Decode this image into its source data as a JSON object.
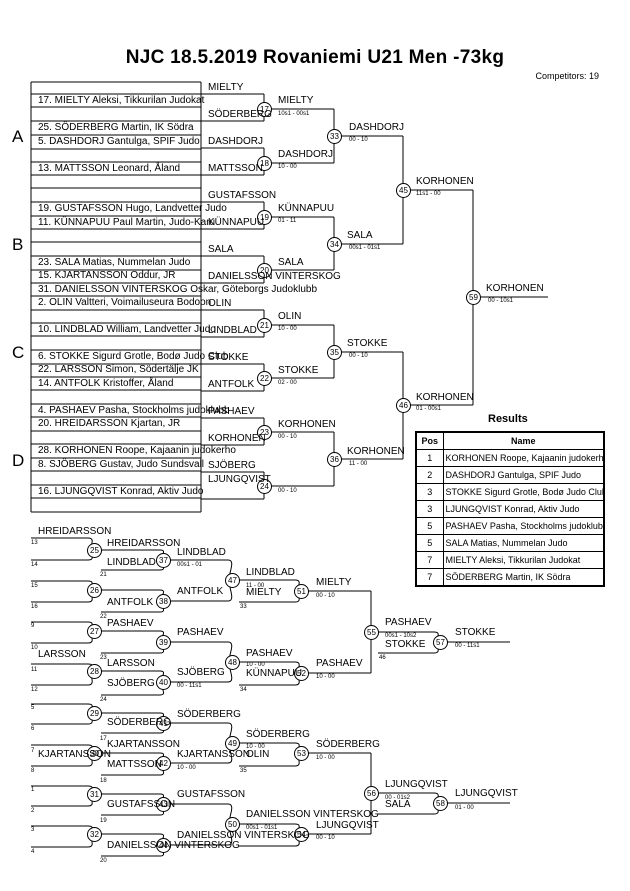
{
  "header": {
    "title": "NJC  18.5.2019  Rovaniemi   U21 Men -73kg",
    "competitors": "Competitors: 19"
  },
  "pools": [
    "A",
    "B",
    "C",
    "D"
  ],
  "entries": [
    "17. MIELTY Aleksi, Tikkurilan Judokat",
    "25. SÖDERBERG Martin, IK Södra",
    "5. DASHDORJ Gantulga, SPIF Judo",
    "13. MATTSSON Leonard, Åland",
    "19. GUSTAFSSON Hugo, Landvetter Judo",
    "11. KÜNNAPUU Paul Martin, Judo-Karu",
    "23. SALA Matias, Nummelan Judo",
    "15. KJARTANSSON Oddur, JR",
    "31. DANIELSSON VINTERSKOG Oskar, Göteborgs Judoklubb",
    "2. OLIN Valtteri, Voimailuseura Bodoon",
    "10. LINDBLAD William, Landvetter Judo",
    "6. STOKKE Sigurd Grotle, Bodø Judo Club",
    "22. LARSSON Simon, Södertälje JK",
    "14. ANTFOLK Kristoffer, Åland",
    "4. PASHAEV Pasha, Stockholms judoklubb",
    "20. HREIDARSSON Kjartan, JR",
    "28. KORHONEN Roope, Kajaanin judokerho",
    "8. SJÖBERG Gustav, Judo Sundsvall",
    "16. LJUNGQVIST Konrad, Aktiv Judo"
  ],
  "labels": [
    "MIELTY",
    "SÖDERBERG",
    "MIELTY",
    "DASHDORJ",
    "MATTSSON",
    "DASHDORJ",
    "DASHDORJ",
    "GUSTAFSSON",
    "KÜNNAPUU",
    "KÜNNAPUU",
    "SALA",
    "DANIELSSON VINTERSKOG",
    "SALA",
    "SALA",
    "OLIN",
    "OLIN",
    "LINDBLAD",
    "STOKKE",
    "ANTFOLK",
    "STOKKE",
    "STOKKE",
    "PASHAEV",
    "KORHONEN",
    "KORHONEN",
    "SJÖBERG",
    "LJUNGQVIST",
    "KORHONEN",
    "KORHONEN",
    "KORHONEN",
    "KORHONEN",
    "HREIDARSSON",
    "HREIDARSSON",
    "LINDBLAD",
    "LINDBLAD",
    "ANTFOLK",
    "ANTFOLK",
    "LINDBLAD",
    "MIELTY",
    "MIELTY",
    "PASHAEV",
    "PASHAEV",
    "LARSSON",
    "LARSSON",
    "SJÖBERG",
    "SJÖBERG",
    "PASHAEV",
    "KÜNNAPUU",
    "PASHAEV",
    "PASHAEV",
    "STOKKE",
    "STOKKE",
    "SÖDERBERG",
    "SÖDERBERG",
    "KJARTANSSON",
    "KJARTANSSON",
    "MATTSSON",
    "KJARTANSSON",
    "SÖDERBERG",
    "OLIN",
    "SÖDERBERG",
    "GUSTAFSSON",
    "GUSTAFSSON",
    "DANIELSSON VINTERSKOG",
    "DANIELSSON VINTERSKOG",
    "DANIELSSON VINTERSKOG",
    "LJUNGQVIST",
    "LJUNGQVIST",
    "SALA",
    "LJUNGQVIST"
  ],
  "scores": [
    "10s1 - 00s1",
    "00 - 10",
    "10 - 00",
    "11s1 - 00",
    "01 - 11",
    "00s1 - 01s1",
    "00 - 10s1",
    "10 - 00",
    "00 - 10",
    "02 - 00",
    "00 - 10",
    "11 - 00",
    "00 - 10",
    "01 - 00s1",
    "00 - 01s1",
    "00s1 - 01",
    "11 - 00",
    "00 - 10",
    "00s1 - 10s2",
    "00 - 11s1",
    "10 - 00",
    "00 - 11s1",
    "10 - 00",
    "10 - 00",
    "10 - 00",
    "00 - 01s2",
    "00s1 - 01s1",
    "00 - 10",
    "01 - 00"
  ],
  "slots": [
    "13",
    "14",
    "21",
    "15",
    "16",
    "22",
    "33",
    "9",
    "10",
    "23",
    "11",
    "12",
    "24",
    "34",
    "46",
    "5",
    "6",
    "17",
    "7",
    "8",
    "18",
    "35",
    "1",
    "2",
    "19",
    "3",
    "4",
    "20"
  ],
  "match_numbers": [
    "17",
    "18",
    "19",
    "20",
    "21",
    "22",
    "23",
    "24",
    "33",
    "34",
    "35",
    "36",
    "45",
    "46",
    "59",
    "25",
    "26",
    "27",
    "28",
    "37",
    "38",
    "39",
    "40",
    "47",
    "48",
    "51",
    "52",
    "55",
    "57",
    "29",
    "30",
    "31",
    "32",
    "41",
    "42",
    "43",
    "44",
    "49",
    "50",
    "53",
    "54",
    "56",
    "58"
  ],
  "results": {
    "title": "Results",
    "col_pos": "Pos",
    "col_name": "Name",
    "rows": [
      {
        "pos": "1",
        "name": "KORHONEN Roope, Kajaanin judokerho"
      },
      {
        "pos": "2",
        "name": "DASHDORJ Gantulga, SPIF Judo"
      },
      {
        "pos": "3",
        "name": "STOKKE Sigurd Grotle, Bodø Judo Club"
      },
      {
        "pos": "3",
        "name": "LJUNGQVIST Konrad, Aktiv Judo"
      },
      {
        "pos": "5",
        "name": "PASHAEV Pasha, Stockholms judoklubb"
      },
      {
        "pos": "5",
        "name": "SALA Matias, Nummelan Judo"
      },
      {
        "pos": "7",
        "name": "MIELTY Aleksi, Tikkurilan Judokat"
      },
      {
        "pos": "7",
        "name": "SÖDERBERG Martin, IK Södra"
      }
    ]
  }
}
